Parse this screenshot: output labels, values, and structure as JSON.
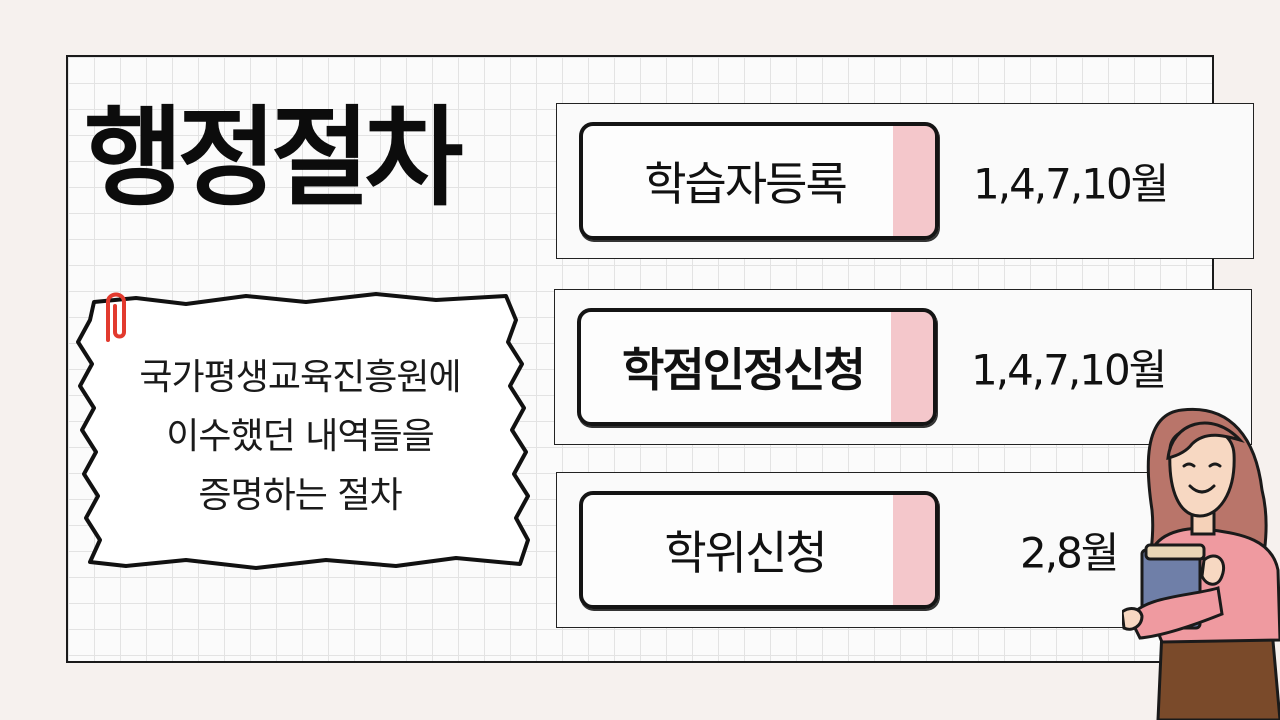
{
  "title": "행정절차",
  "note": {
    "lines": [
      "국가평생교육진흥원에",
      "이수했던 내역들을",
      "증명하는 절차"
    ]
  },
  "rows": [
    {
      "label": "학습자등록",
      "months": "1,4,7,10월"
    },
    {
      "label": "학점인정신청",
      "months": "1,4,7,10월"
    },
    {
      "label": "학위신청",
      "months": "2,8월"
    }
  ],
  "colors": {
    "accent_pink": "#f4c7cb",
    "clip_red": "#e23a2e",
    "outline": "#141414"
  },
  "icons": {
    "clip": "paperclip-icon",
    "character": "woman-holding-books-illustration"
  }
}
